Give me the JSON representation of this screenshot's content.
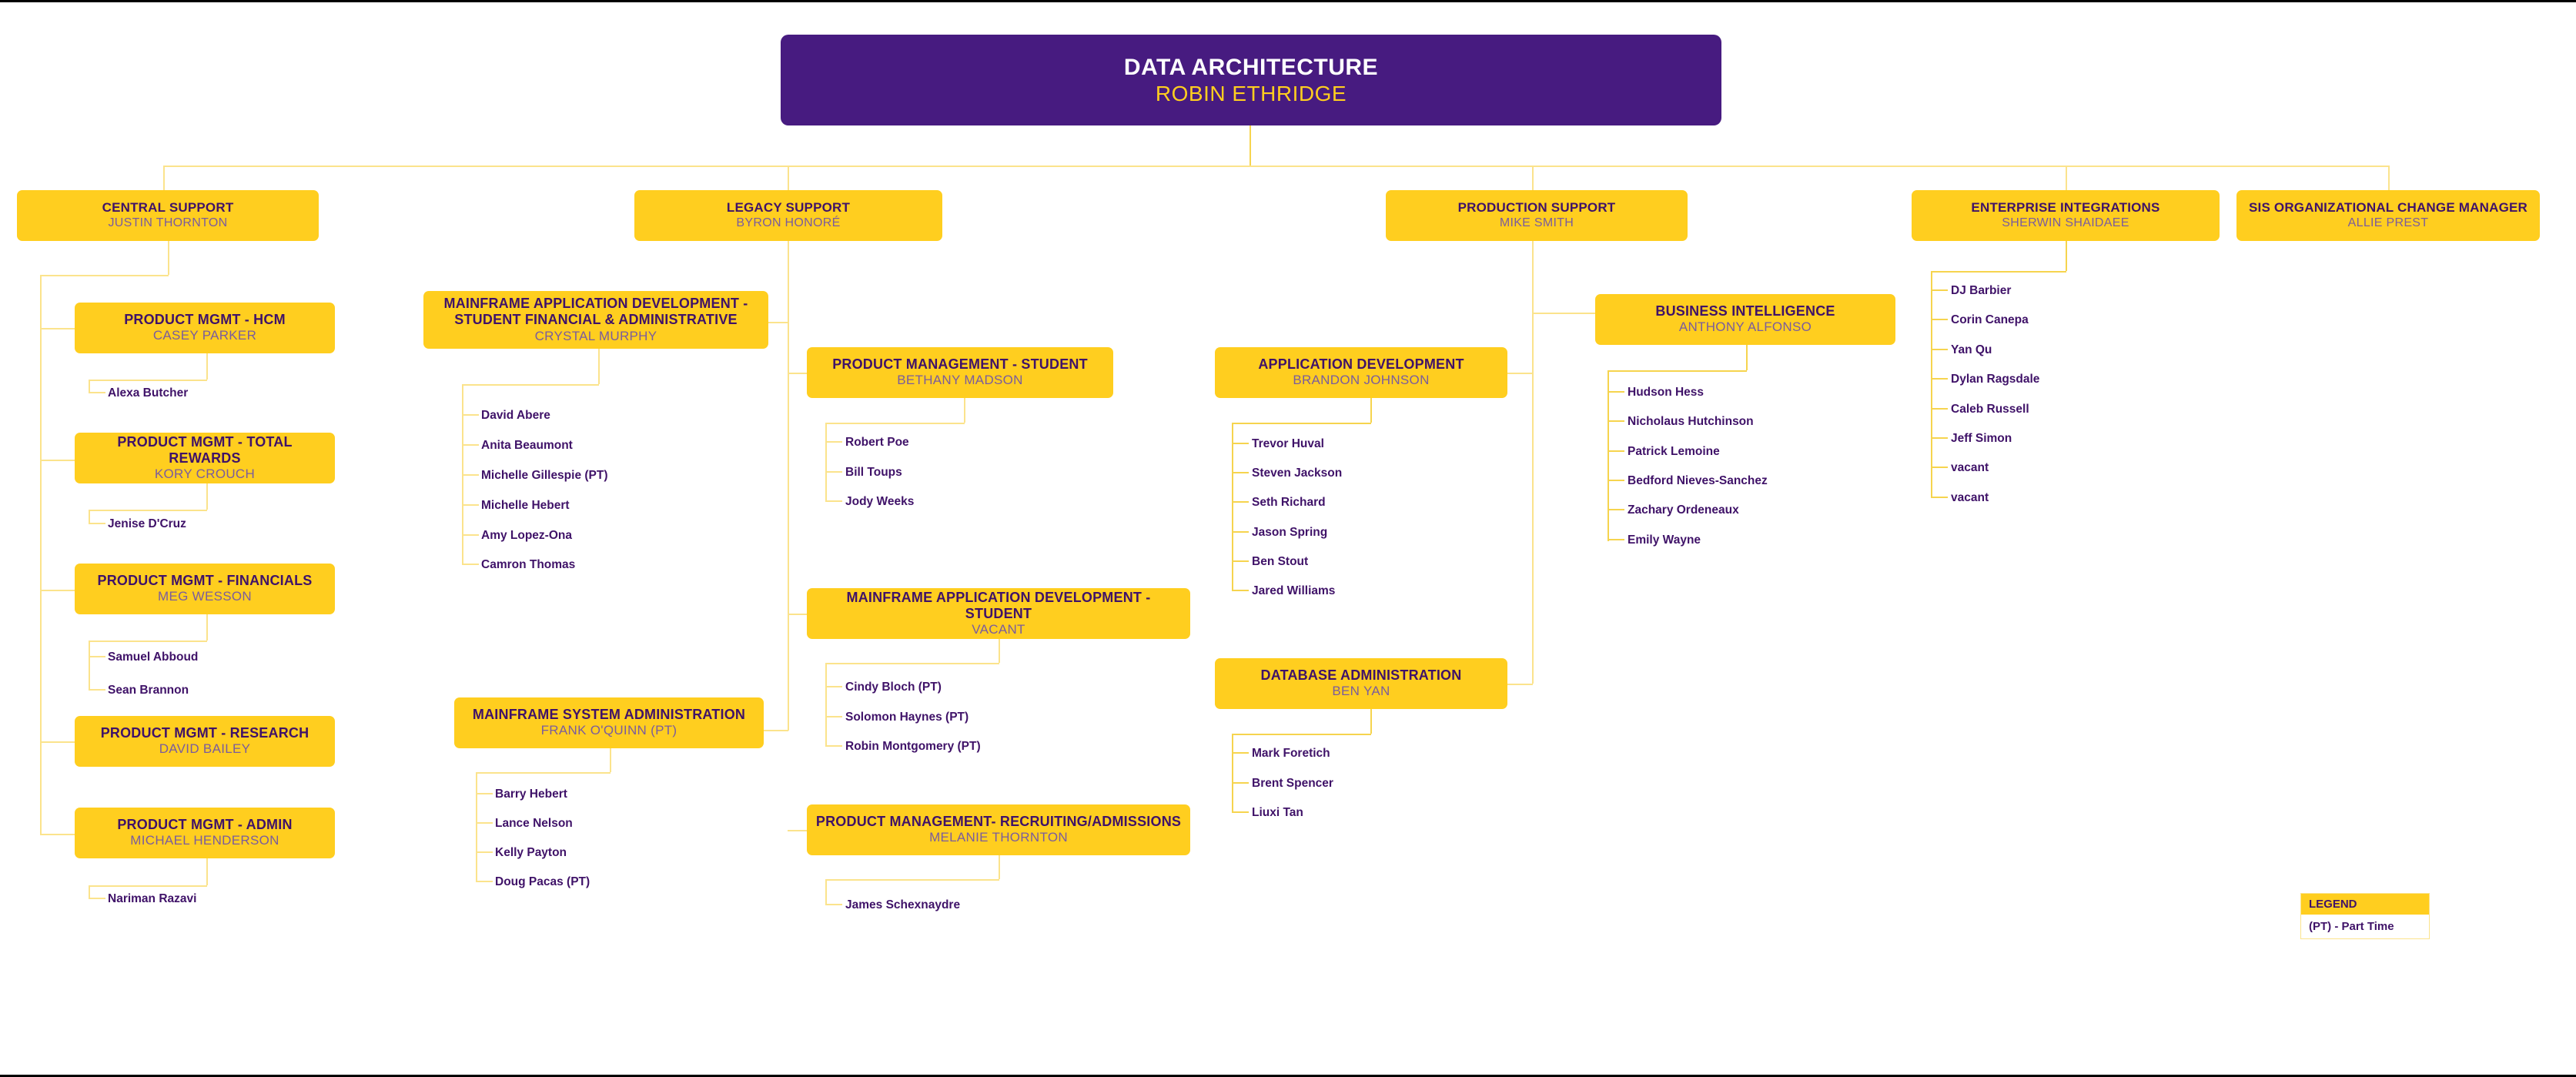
{
  "chart": {
    "type": "org-chart",
    "title": "DATA ARCHITECTURE",
    "colors": {
      "root_background": "#471B80",
      "root_title_text": "#FFFFFF",
      "root_person_text": "#FFCE1F",
      "node_background": "#FFCE1F",
      "node_title_text": "#3F1268",
      "node_person_text": "#7A5C9E",
      "connector_line": "#F6D44E",
      "leaf_text": "#3F1268",
      "page_background": "#FFFFFF"
    }
  },
  "root": {
    "title": "DATA ARCHITECTURE",
    "person": "ROBIN ETHRIDGE"
  },
  "divisions": [
    {
      "id": "central-support",
      "title": "CENTRAL SUPPORT",
      "person": "JUSTIN THORNTON"
    },
    {
      "id": "legacy-support",
      "title": "LEGACY SUPPORT",
      "person": "BYRON HONORÉ"
    },
    {
      "id": "production-support",
      "title": "PRODUCTION SUPPORT",
      "person": "MIKE SMITH"
    },
    {
      "id": "enterprise-integrations",
      "title": "ENTERPRISE INTEGRATIONS",
      "person": "SHERWIN SHAIDAEE"
    },
    {
      "id": "sis-change-manager",
      "title": "SIS ORGANIZATIONAL CHANGE MANAGER",
      "person": "ALLIE PREST"
    }
  ],
  "departments": {
    "product_mgmt_hcm": {
      "title": "PRODUCT MGMT - HCM",
      "person": "CASEY PARKER"
    },
    "product_mgmt_total_rewards": {
      "title": "PRODUCT MGMT - TOTAL REWARDS",
      "person": "KORY CROUCH"
    },
    "product_mgmt_financials": {
      "title": "PRODUCT MGMT - FINANCIALS",
      "person": "MEG WESSON"
    },
    "product_mgmt_research": {
      "title": "PRODUCT MGMT - RESEARCH",
      "person": "DAVID BAILEY"
    },
    "product_mgmt_admin": {
      "title": "PRODUCT MGMT - ADMIN",
      "person": "MICHAEL HENDERSON"
    },
    "mainframe_app_dev_sfa": {
      "title": "MAINFRAME APPLICATION  DEVELOPMENT - STUDENT FINANCIAL & ADMINISTRATIVE",
      "person": "CRYSTAL MURPHY"
    },
    "mainframe_sys_admin": {
      "title": "MAINFRAME SYSTEM ADMINISTRATION",
      "person": "FRANK O'QUINN (PT)"
    },
    "product_mgmt_student": {
      "title": "PRODUCT MANAGEMENT - STUDENT",
      "person": "BETHANY MADSON"
    },
    "mainframe_app_dev_student": {
      "title": "MAINFRAME APPLICATION DEVELOPMENT - STUDENT",
      "person": "VACANT"
    },
    "product_mgmt_recruiting": {
      "title": "PRODUCT MANAGEMENT- RECRUITING/ADMISSIONS",
      "person": "MELANIE THORNTON"
    },
    "application_development": {
      "title": "APPLICATION DEVELOPMENT",
      "person": "BRANDON JOHNSON"
    },
    "database_administration": {
      "title": "DATABASE ADMINISTRATION",
      "person": "BEN YAN"
    },
    "business_intelligence": {
      "title": "BUSINESS INTELLIGENCE",
      "person": "ANTHONY ALFONSO"
    }
  },
  "staff": {
    "product_mgmt_hcm": [
      "Alexa Butcher"
    ],
    "product_mgmt_total_rewards": [
      "Jenise D'Cruz"
    ],
    "product_mgmt_financials": [
      "Samuel Abboud",
      "Sean Brannon"
    ],
    "product_mgmt_admin": [
      "Nariman Razavi"
    ],
    "mainframe_app_dev_sfa": [
      "David Abere",
      "Anita Beaumont",
      "Michelle Gillespie (PT)",
      "Michelle Hebert",
      "Amy Lopez-Ona",
      "Camron Thomas"
    ],
    "mainframe_sys_admin": [
      "Barry Hebert",
      "Lance Nelson",
      "Kelly Payton",
      "Doug Pacas (PT)"
    ],
    "product_mgmt_student": [
      "Robert Poe",
      "Bill Toups",
      "Jody Weeks"
    ],
    "mainframe_app_dev_student": [
      "Cindy Bloch (PT)",
      "Solomon Haynes (PT)",
      "Robin Montgomery (PT)"
    ],
    "product_mgmt_recruiting": [
      "James Schexnaydre"
    ],
    "application_development": [
      "Trevor Huval",
      "Steven Jackson",
      "Seth Richard",
      "Jason Spring",
      "Ben Stout",
      "Jared Williams"
    ],
    "database_administration": [
      "Mark Foretich",
      "Brent Spencer",
      "Liuxi Tan"
    ],
    "business_intelligence": [
      "Hudson Hess",
      "Nicholaus Hutchinson",
      "Patrick Lemoine",
      "Bedford Nieves-Sanchez",
      "Zachary Ordeneaux",
      "Emily Wayne"
    ],
    "enterprise_integrations": [
      "DJ Barbier",
      "Corin Canepa",
      "Yan Qu",
      "Dylan Ragsdale",
      "Caleb Russell",
      "Jeff Simon",
      "vacant",
      "vacant"
    ]
  },
  "legend": {
    "heading": "LEGEND",
    "entry": "(PT) - Part Time"
  }
}
